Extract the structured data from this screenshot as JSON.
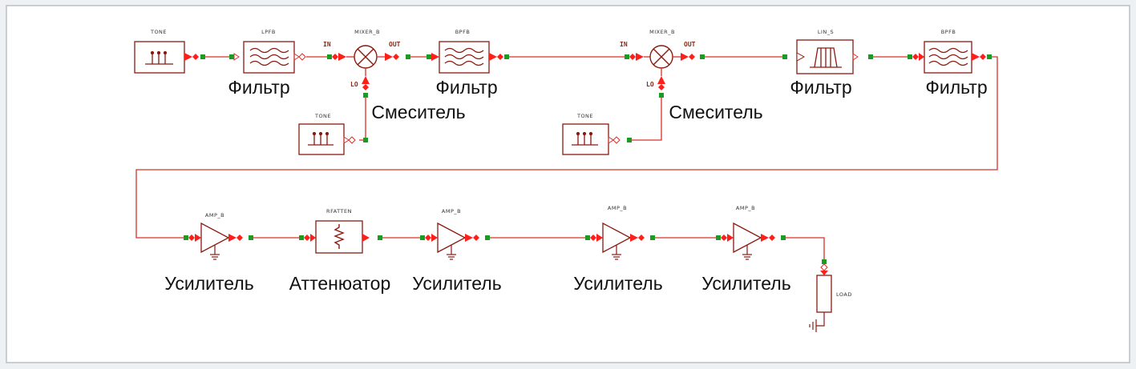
{
  "colors": {
    "wire": "#d9302a",
    "block": "#8b1a10",
    "node": "#1c9b22",
    "arrow": "#ff1f1a",
    "frame": "#b9bfc6",
    "bg": "#eef1f4"
  },
  "icons": [
    "tone-source-icon",
    "filter-icon",
    "mixer-icon",
    "bandpass-window-icon",
    "amplifier-icon",
    "attenuator-icon",
    "load-resistor-icon",
    "ground-icon"
  ],
  "blocks": {
    "tone1": {
      "tag": "TONE"
    },
    "lpf": {
      "tag": "LPFB",
      "caption": "Фильтр"
    },
    "mixer1": {
      "tag": "MIXER_B",
      "caption": "Смеситель",
      "in": "IN",
      "out": "OUT",
      "lo": "LO"
    },
    "tone2": {
      "tag": "TONE"
    },
    "bpf1": {
      "tag": "BPFB",
      "caption": "Фильтр"
    },
    "mixer2": {
      "tag": "MIXER_B",
      "caption": "Смеситель",
      "in": "IN",
      "out": "OUT",
      "lo": "LO"
    },
    "tone3": {
      "tag": "TONE"
    },
    "lin": {
      "tag": "LIN_S",
      "caption": "Фильтр"
    },
    "bpf2": {
      "tag": "BPFB",
      "caption": "Фильтр"
    },
    "amp1": {
      "tag": "AMP_B",
      "caption": "Усилитель"
    },
    "atten": {
      "tag": "RFATTEN",
      "caption": "Аттенюатор"
    },
    "amp2": {
      "tag": "AMP_B",
      "caption": "Усилитель"
    },
    "amp3": {
      "tag": "AMP_B",
      "caption": "Усилитель"
    },
    "amp4": {
      "tag": "AMP_B",
      "caption": "Усилитель"
    },
    "load": {
      "tag": "LOAD"
    }
  }
}
